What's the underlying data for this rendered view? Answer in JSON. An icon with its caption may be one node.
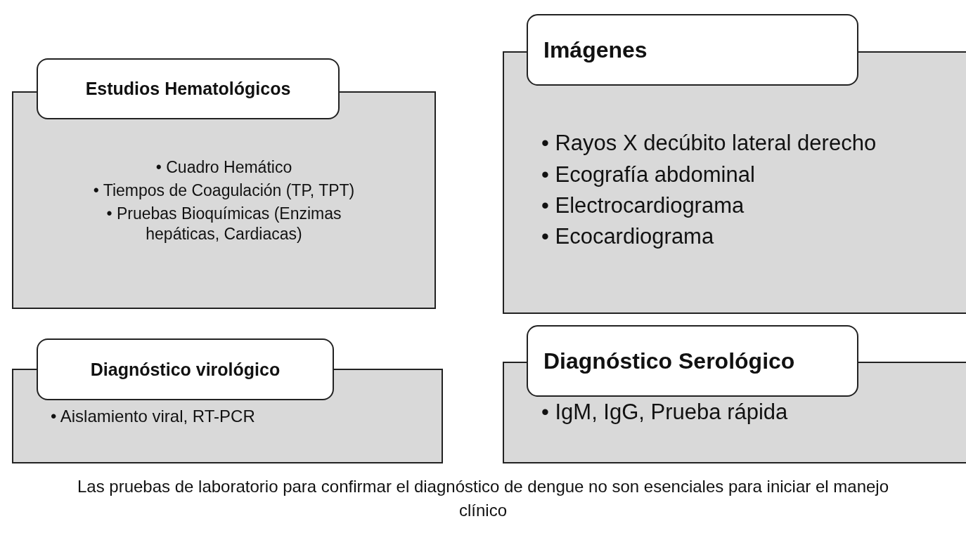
{
  "diagram": {
    "caption": "Las pruebas de laboratorio para confirmar el diagnóstico de dengue no son esenciales para iniciar el manejo clínico",
    "nodes": [
      {
        "text": [
          "• Cuadro Hemático",
          "• Tiempos de Coagulación (TP, TPT)",
          "• Pruebas Bioquímicas (Enzimas hepáticas, Cardiacas)"
        ]
      },
      {
        "text": [
          "Estudios Hematológicos"
        ],
        "in": 0
      },
      {
        "text": [
          "• Rayos X decúbito lateral derecho",
          "• Ecografía abdominal",
          "• Electrocardiograma",
          "• Ecocardiograma"
        ]
      },
      {
        "text": [
          "Imágenes"
        ],
        "in": 2
      },
      {
        "text": [
          "• Aislamiento viral, RT-PCR"
        ]
      },
      {
        "text": [
          "Diagnóstico virológico"
        ],
        "in": 4
      },
      {
        "text": [
          "• IgM, IgG, Prueba rápida"
        ]
      },
      {
        "text": [
          "Diagnóstico Serológico"
        ],
        "in": 6
      }
    ]
  }
}
